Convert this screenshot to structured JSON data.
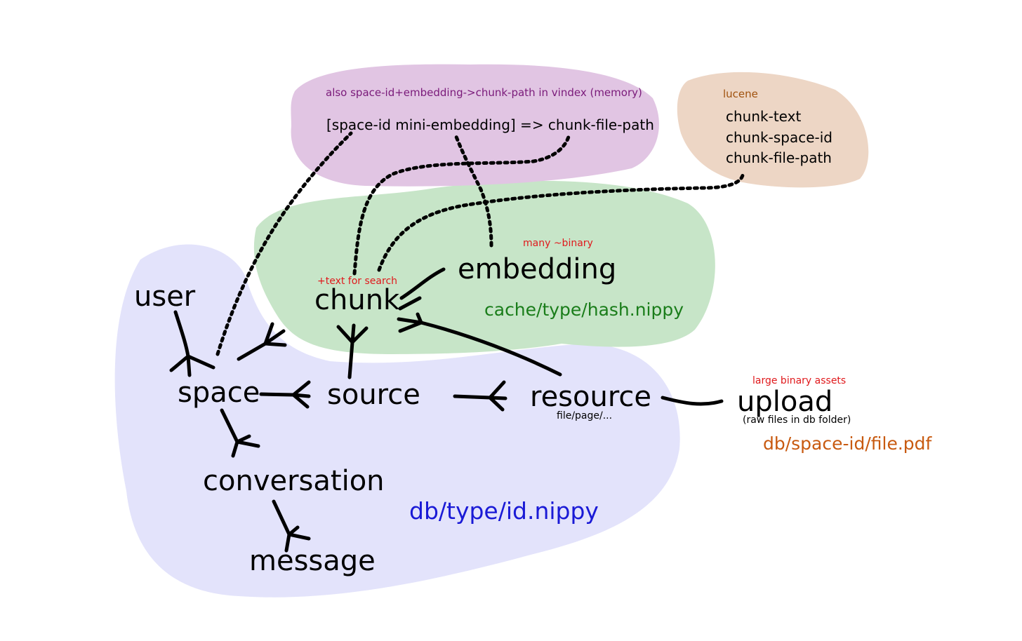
{
  "regions": {
    "db_store": {
      "color": "#e3e3fb",
      "path_label": "db/type/id.nippy"
    },
    "cache_store": {
      "color": "#c7e5c8",
      "path_label": "cache/type/hash.nippy"
    },
    "vindex_store": {
      "color": "#e1c5e3",
      "note": "also space-id+embedding->chunk-path in vindex (memory)",
      "mapping": "[space-id mini-embedding] => chunk-file-path"
    },
    "lucene_store": {
      "color": "#edd6c5",
      "title": "lucene",
      "fields": [
        "chunk-text",
        "chunk-space-id",
        "chunk-file-path"
      ]
    }
  },
  "entities": {
    "user": "user",
    "space": "space",
    "source": "source",
    "resource": "resource",
    "resource_sub": "file/page/...",
    "upload": "upload",
    "upload_sub": "(raw files in db folder)",
    "upload_note": "large binary assets",
    "upload_path": "db/space-id/file.pdf",
    "conversation": "conversation",
    "message": "message",
    "chunk": "chunk",
    "chunk_note": "+text for search",
    "embedding": "embedding",
    "embedding_note": "many ~binary"
  },
  "colors": {
    "ink": "#000000",
    "note_red": "#e0191c",
    "path_blue": "#1a1ad6",
    "path_green": "#1a7d1a",
    "path_orange": "#c85a10",
    "note_purple": "#7a1a7a",
    "note_brown": "#a0520e"
  }
}
